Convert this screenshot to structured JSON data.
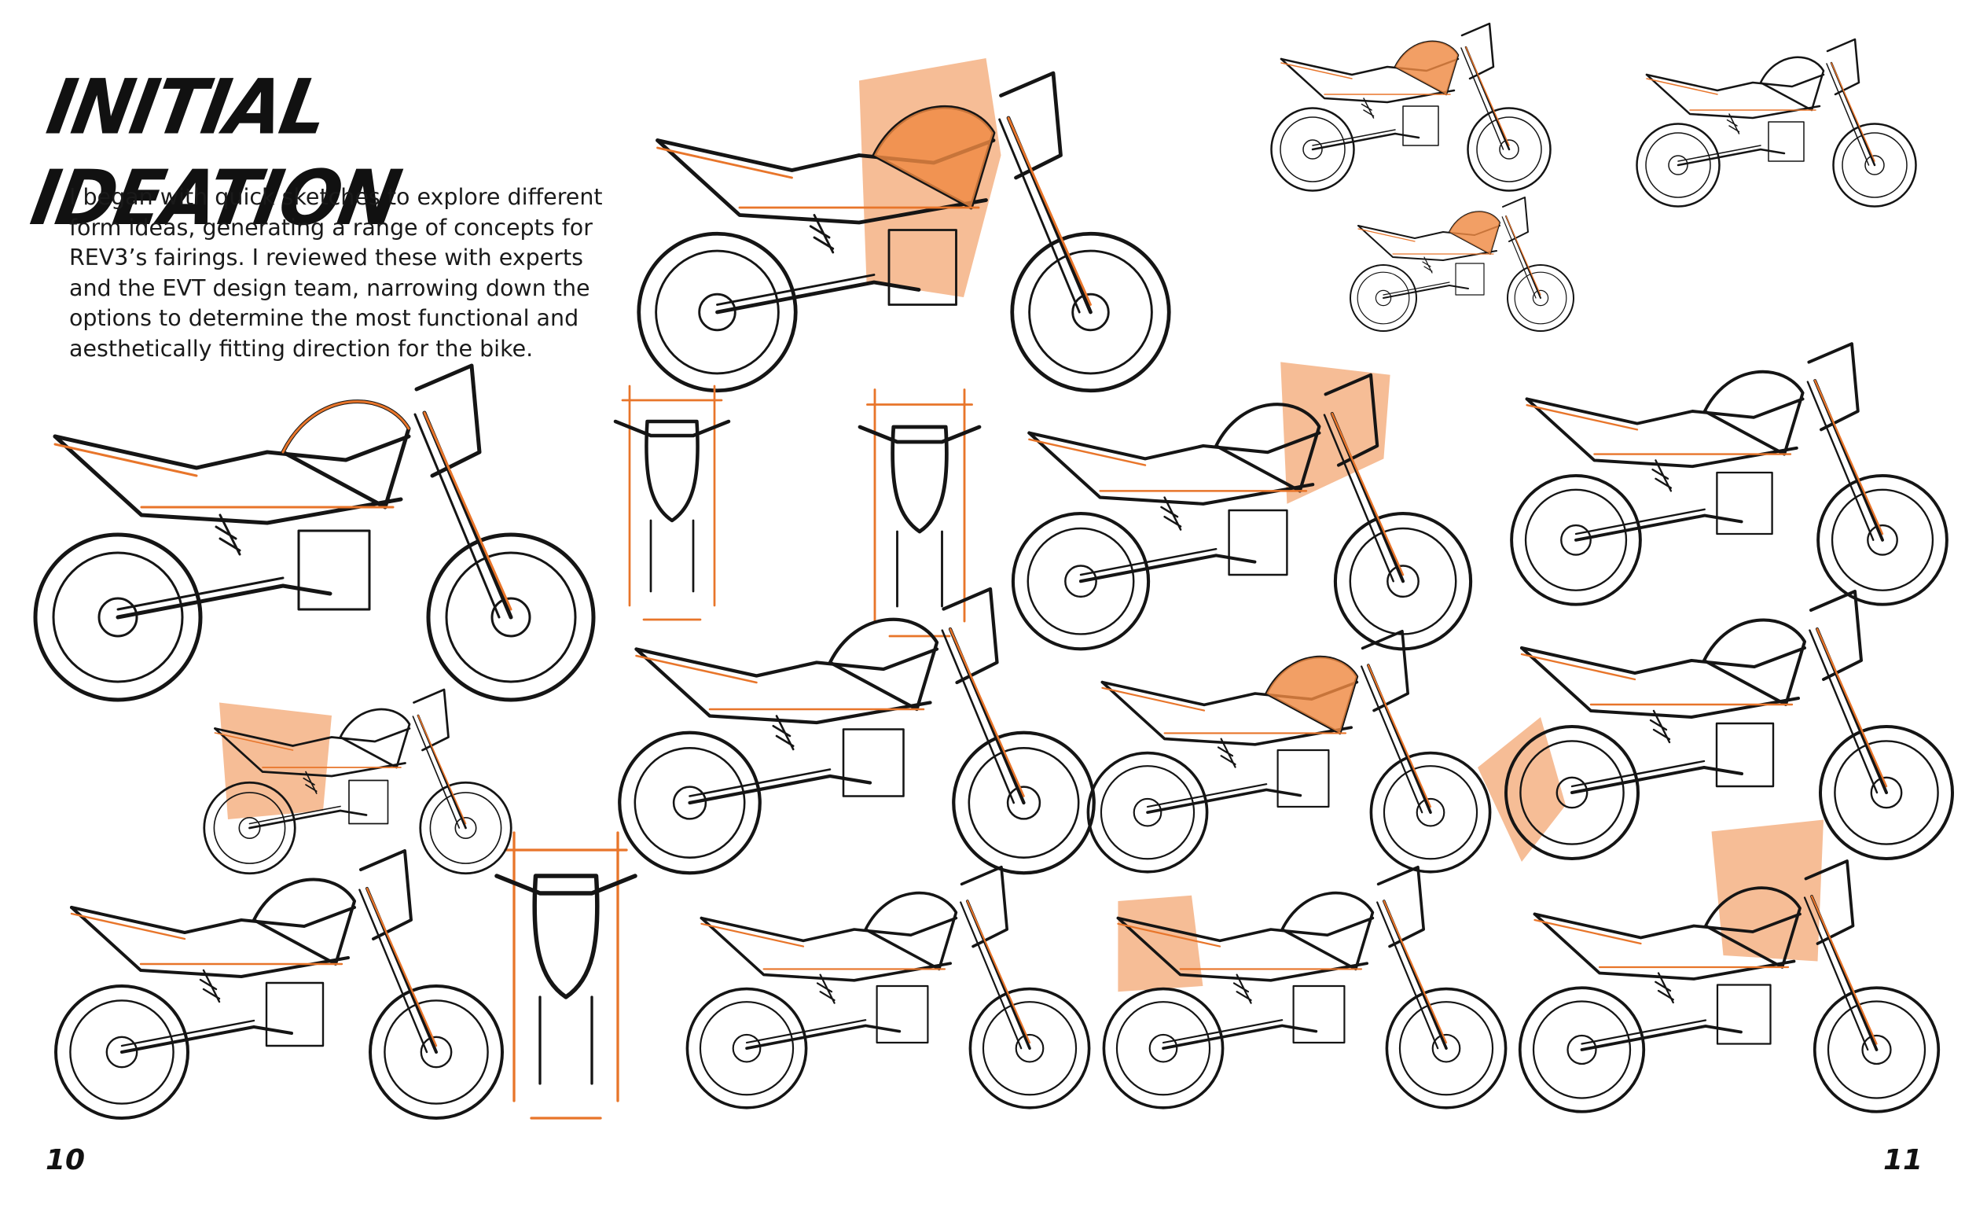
{
  "page": {
    "title": "INITIAL IDEATION",
    "body": "I began with quick sketches to explore different\nform ideas, generating a range of concepts for\nREV3’s fairings. I reviewed these with experts\nand the EVT design team, narrowing down the\noptions to determine the most functional and\naesthetically fitting direction for the bike.",
    "page_left": "10",
    "page_right": "11"
  },
  "colors": {
    "ink": "#151515",
    "accent_orange": "#ef8a43",
    "background": "#ffffff"
  }
}
